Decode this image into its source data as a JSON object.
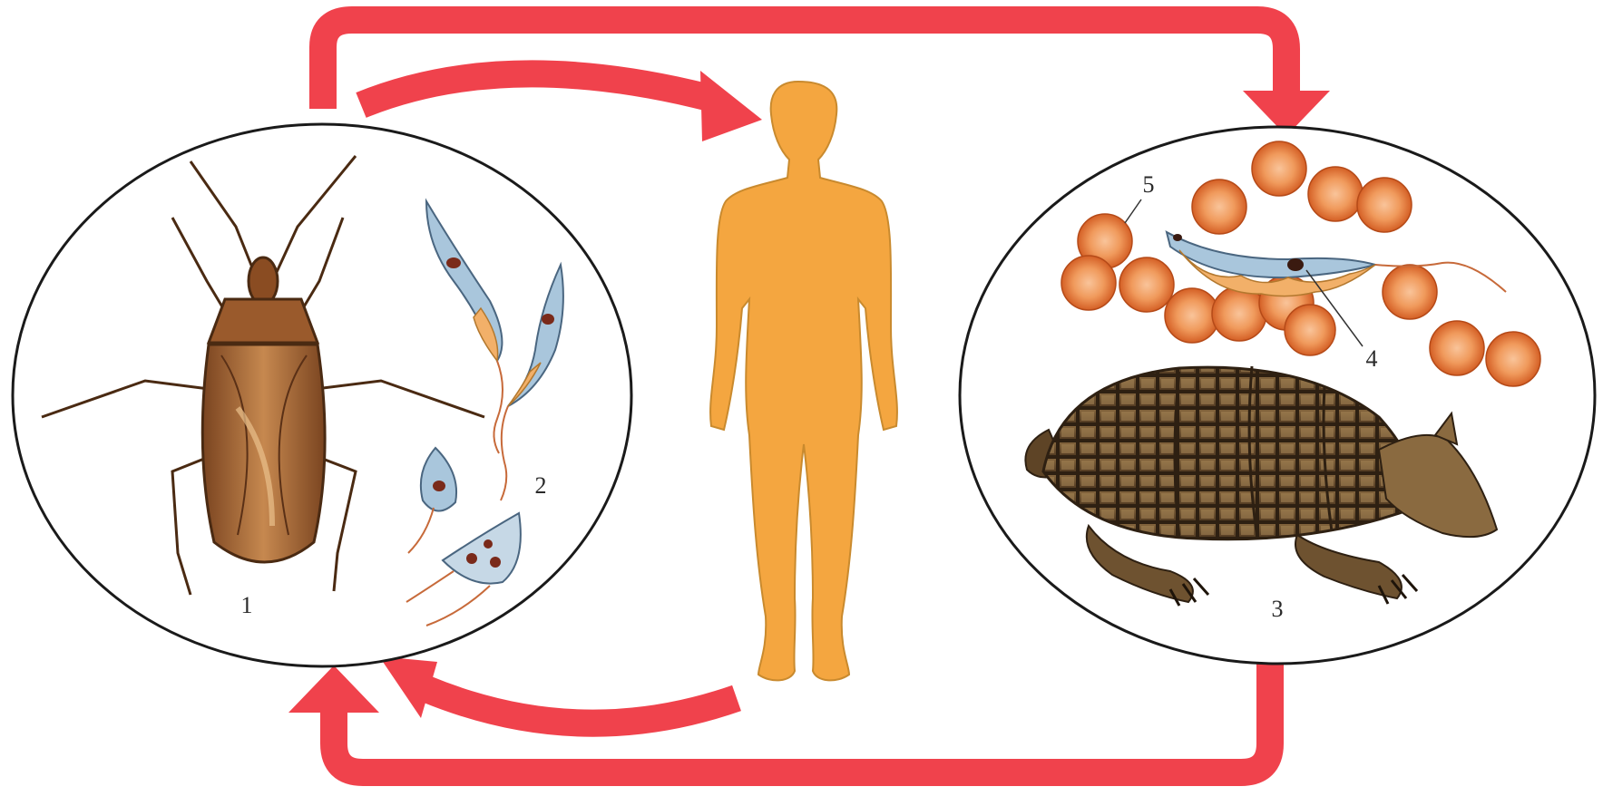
{
  "labels": {
    "vector_insect": "1",
    "trypanosome_forms": "2",
    "reservoir_host": "3",
    "blood_trypanosome": "4",
    "red_blood_cell": "5"
  },
  "colors": {
    "arrow_red": "#f0424c",
    "human_orange": "#f4a640",
    "human_outline": "#c98a2e",
    "parasite_blue": "#a9c6dc",
    "parasite_membrane": "#f2b069",
    "nucleus": "#7a2a1a",
    "rbc_orange": "#e9783a",
    "bug_brown": "#a8683a",
    "armadillo_brown": "#6e5230"
  },
  "icons": {
    "insect": "triatomine-bug-icon",
    "parasite": "trypanosome-icon",
    "human": "human-silhouette-icon",
    "animal": "armadillo-icon",
    "blood_cell": "red-blood-cell-icon"
  }
}
